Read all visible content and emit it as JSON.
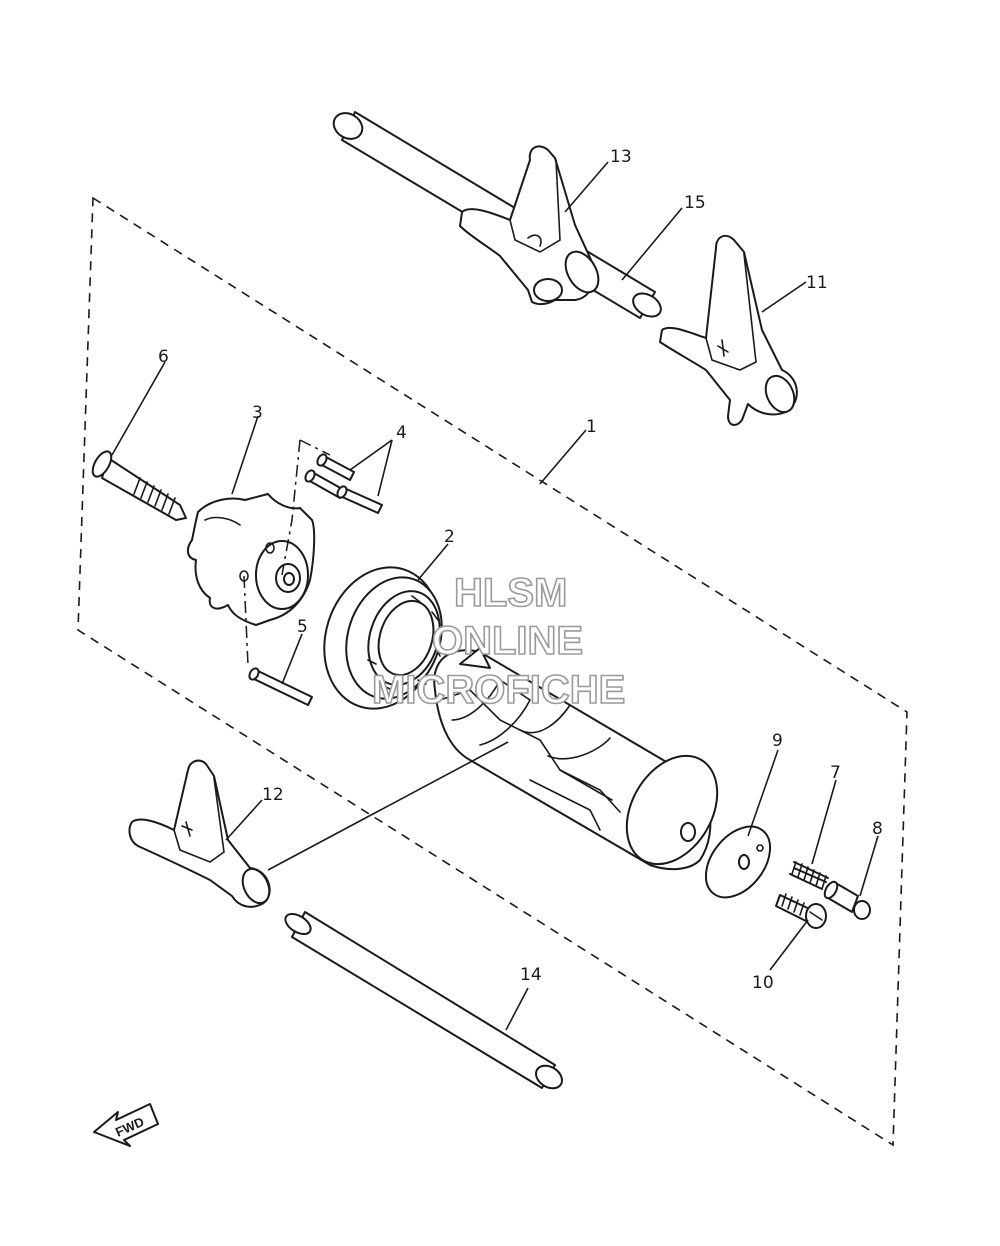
{
  "diagram": {
    "callouts": {
      "c1": "1",
      "c2": "2",
      "c3": "3",
      "c4": "4",
      "c5": "5",
      "c6": "6",
      "c7": "7",
      "c8": "8",
      "c9": "9",
      "c10": "10",
      "c11": "11",
      "c12": "12",
      "c13": "13",
      "c14": "14",
      "c15": "15"
    },
    "watermark": {
      "line1": "HLSM",
      "line2": "ONLINE",
      "line3": "MICROFICHE"
    },
    "direction_label": "FWD"
  }
}
